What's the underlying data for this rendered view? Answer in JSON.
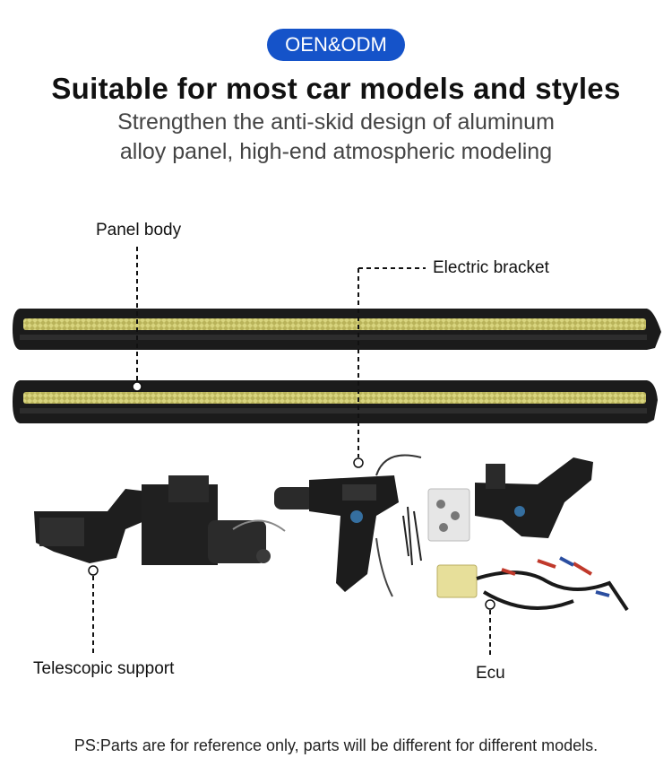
{
  "badge": "OEN&ODM",
  "title": "Suitable for most car models and styles",
  "subtitle_line1": "Strengthen the anti-skid design of aluminum",
  "subtitle_line2": "alloy panel, high-end atmospheric modeling",
  "labels": {
    "panel_body": "Panel body",
    "electric_bracket": "Electric bracket",
    "telescopic_support": "Telescopic support",
    "ecu": "Ecu"
  },
  "footnote": "PS:Parts are for reference only, parts will be different for different models.",
  "colors": {
    "badge_bg": "#1553c9",
    "board_black": "#1a1a1a",
    "tread_strip": "#c9c46a"
  }
}
